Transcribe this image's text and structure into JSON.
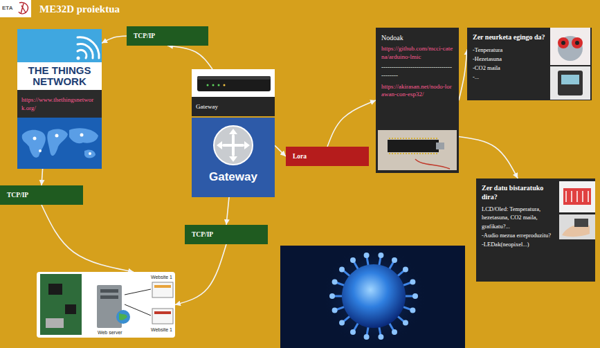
{
  "diagram": {
    "title": "ME32D proiektua",
    "nodes": [
      {
        "text": [
          "TCP/IP"
        ]
      },
      {
        "text": [
          "THE THINGS NETWORK",
          "https://www.thethingsnetwork.org/"
        ]
      },
      {
        "text": [
          "Gateway"
        ]
      },
      {
        "text": [
          "Gateway"
        ]
      },
      {
        "text": [
          "Nodoak",
          "https://github.com/mcci-catena/arduino-lmic",
          "------------------------------------------",
          "https://akirasan.net/nodo-lorawan-con-esp32/"
        ]
      },
      {
        "text": [
          "Zer neurketa egingo da?",
          "-Tenperatura",
          "-Hezetasuna",
          "-CO2 maila",
          "-..."
        ]
      },
      {
        "text": [
          "Lora"
        ]
      },
      {
        "text": [
          "Zer datu bistaratuko dira?",
          "LCD/Oled: Temperatura, hezetasuna, CO2 maila, grafikatu?...",
          "-Audio mezua erreproduzitu?",
          "-LEDak(neopixel...)"
        ]
      },
      {
        "text": [
          "TCP/IP"
        ]
      },
      {
        "text": [
          "TCP/IP"
        ]
      },
      {
        "text": [
          "Website 1",
          "Web server",
          "Website 1"
        ]
      }
    ],
    "edges": [
      {
        "from": 2,
        "to": 0,
        "arrow": "to"
      },
      {
        "from": 0,
        "to": 1,
        "arrow": "to"
      },
      {
        "from": 1,
        "to": 8,
        "arrow": "to"
      },
      {
        "from": 8,
        "to": 10,
        "arrow": "to"
      },
      {
        "from": 3,
        "to": 9,
        "arrow": "to"
      },
      {
        "from": 9,
        "to": 10,
        "arrow": "to"
      },
      {
        "from": 3,
        "to": 6,
        "arrow": "to"
      },
      {
        "from": 6,
        "to": 4,
        "arrow": "to"
      },
      {
        "from": 4,
        "to": 5,
        "arrow": "to"
      },
      {
        "from": 4,
        "to": 7,
        "arrow": "to"
      }
    ],
    "labels": [
      "ETA"
    ]
  }
}
